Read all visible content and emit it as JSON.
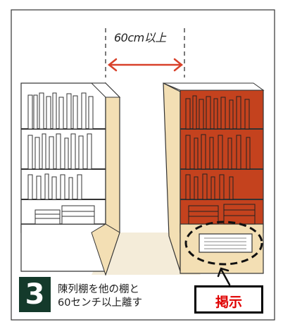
{
  "distance_label": "60cm以上",
  "step_number": "3",
  "caption_line1": "陳列棚を他の棚と",
  "caption_line2": "60センチ以上離す",
  "notice_label": "掲示",
  "colors": {
    "accent_red": "#e00000",
    "shelf_red": "#c4421e",
    "badge_green": "#143a2b",
    "cream": "#f3dfb4"
  }
}
